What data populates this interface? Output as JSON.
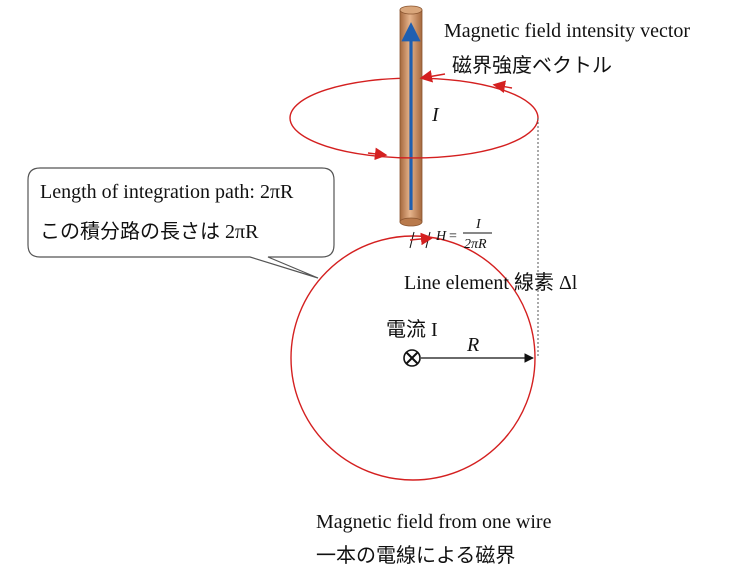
{
  "labels": {
    "field_vector_en": "Magnetic field intensity vector",
    "field_vector_ja": "磁界強度ベクトル",
    "current_symbol": "I",
    "path_length_en": "Length of integration path: 2πR",
    "path_length_ja": "この積分路の長さは 2πR",
    "formula_lhs": "H",
    "formula_eq": "=",
    "formula_num": "I",
    "formula_den": "2πR",
    "line_element": "Line element  線素 Δl",
    "current_label": "電流 I",
    "radius_symbol": "R",
    "caption_en": "Magnetic field from one wire",
    "caption_ja": "一本の電線による磁界"
  },
  "colors": {
    "circle": "#d42020",
    "wire": "#c98a5a",
    "wire_dark": "#a5683d",
    "current_arrow": "#1f5fb0",
    "text": "#111111",
    "callout_border": "#555555"
  },
  "icons": {
    "current_into_page": "circled-x-icon"
  }
}
